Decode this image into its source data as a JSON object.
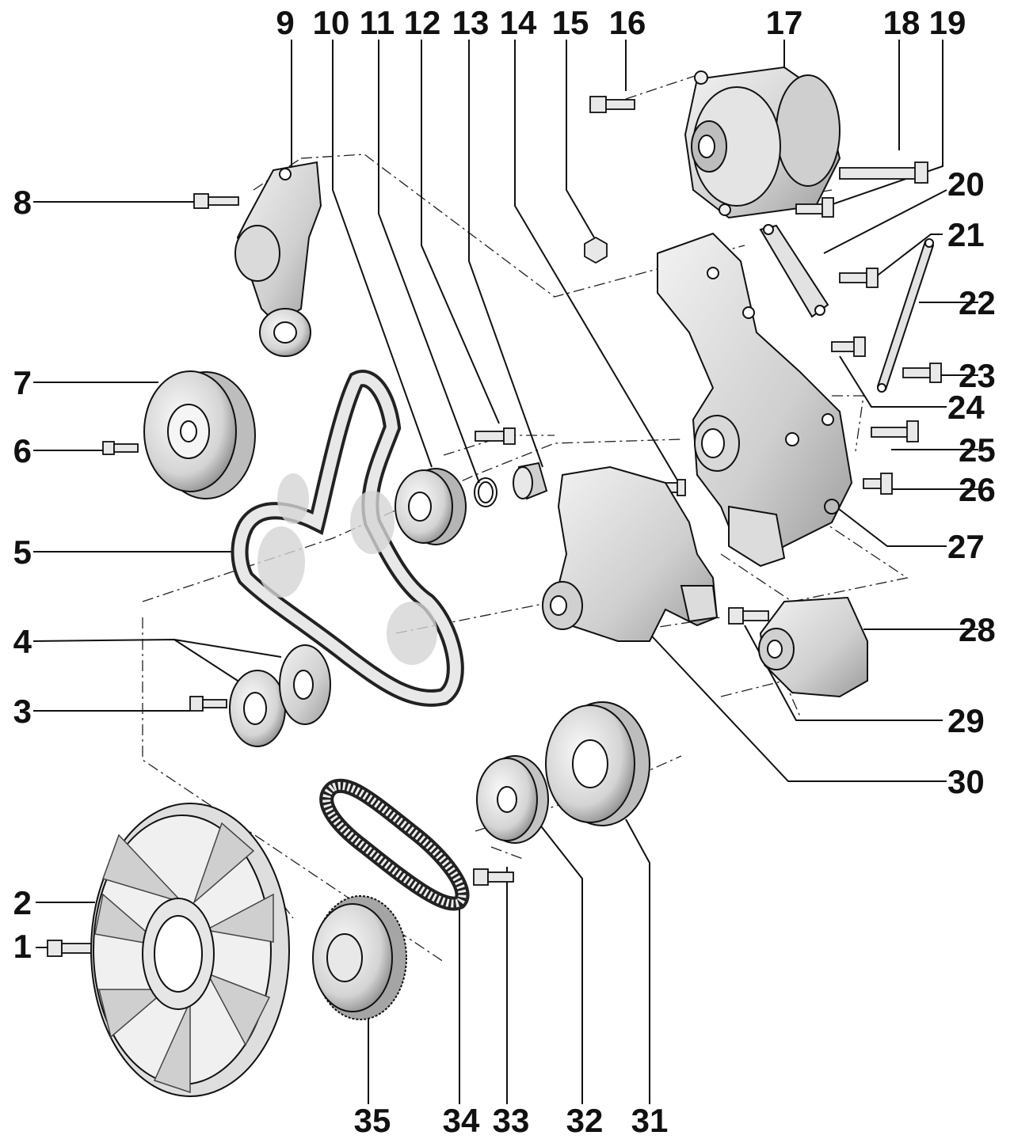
{
  "diagram": {
    "callouts": [
      {
        "id": "1",
        "label": "1"
      },
      {
        "id": "2",
        "label": "2"
      },
      {
        "id": "3",
        "label": "3"
      },
      {
        "id": "4",
        "label": "4"
      },
      {
        "id": "5",
        "label": "5"
      },
      {
        "id": "6",
        "label": "6"
      },
      {
        "id": "7",
        "label": "7"
      },
      {
        "id": "8",
        "label": "8"
      },
      {
        "id": "9",
        "label": "9"
      },
      {
        "id": "10",
        "label": "10"
      },
      {
        "id": "11",
        "label": "11"
      },
      {
        "id": "12",
        "label": "12"
      },
      {
        "id": "13",
        "label": "13"
      },
      {
        "id": "14",
        "label": "14"
      },
      {
        "id": "15",
        "label": "15"
      },
      {
        "id": "16",
        "label": "16"
      },
      {
        "id": "17",
        "label": "17"
      },
      {
        "id": "18",
        "label": "18"
      },
      {
        "id": "19",
        "label": "19"
      },
      {
        "id": "20",
        "label": "20"
      },
      {
        "id": "21",
        "label": "21"
      },
      {
        "id": "22",
        "label": "22"
      },
      {
        "id": "23",
        "label": "23"
      },
      {
        "id": "24",
        "label": "24"
      },
      {
        "id": "25",
        "label": "25"
      },
      {
        "id": "26",
        "label": "26"
      },
      {
        "id": "27",
        "label": "27"
      },
      {
        "id": "28",
        "label": "28"
      },
      {
        "id": "29",
        "label": "29"
      },
      {
        "id": "30",
        "label": "30"
      },
      {
        "id": "31",
        "label": "31"
      },
      {
        "id": "32",
        "label": "32"
      },
      {
        "id": "33",
        "label": "33"
      },
      {
        "id": "34",
        "label": "34"
      },
      {
        "id": "35",
        "label": "35"
      }
    ],
    "colors": {
      "line": "#111111",
      "part_fill": "#e6e6e6",
      "part_dark": "#9a9a9a",
      "part_shadow": "#c4c4c4"
    }
  }
}
